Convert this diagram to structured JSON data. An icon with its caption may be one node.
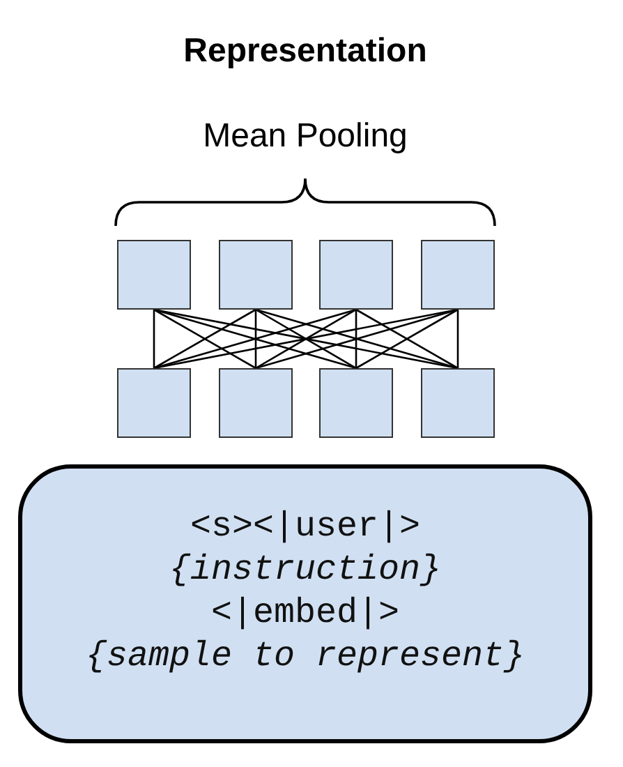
{
  "diagram": {
    "title": "Representation",
    "nodes": [
      {
        "text": [],
        "shape": "box"
      },
      {
        "text": [],
        "shape": "box"
      },
      {
        "text": [],
        "shape": "box"
      },
      {
        "text": [],
        "shape": "box"
      },
      {
        "text": [],
        "shape": "box"
      },
      {
        "text": [],
        "shape": "box"
      },
      {
        "text": [],
        "shape": "box"
      },
      {
        "text": [],
        "shape": "box"
      },
      {
        "text": [
          "<s><|user|> *{instruction}* <|embed|> *{sample to represent}*"
        ]
      }
    ],
    "edges": [
      {
        "from": 4,
        "to": 0,
        "arrow": "none"
      },
      {
        "from": 4,
        "to": 1,
        "arrow": "none"
      },
      {
        "from": 4,
        "to": 2,
        "arrow": "none"
      },
      {
        "from": 4,
        "to": 3,
        "arrow": "none"
      },
      {
        "from": 5,
        "to": 0,
        "arrow": "none"
      },
      {
        "from": 5,
        "to": 1,
        "arrow": "none"
      },
      {
        "from": 5,
        "to": 2,
        "arrow": "none"
      },
      {
        "from": 5,
        "to": 3,
        "arrow": "none"
      },
      {
        "from": 6,
        "to": 0,
        "arrow": "none"
      },
      {
        "from": 6,
        "to": 1,
        "arrow": "none"
      },
      {
        "from": 6,
        "to": 2,
        "arrow": "none"
      },
      {
        "from": 6,
        "to": 3,
        "arrow": "none"
      },
      {
        "from": 7,
        "to": 0,
        "arrow": "none"
      },
      {
        "from": 7,
        "to": 1,
        "arrow": "none"
      },
      {
        "from": 7,
        "to": 2,
        "arrow": "none"
      },
      {
        "from": 7,
        "to": 3,
        "arrow": "none"
      }
    ],
    "labels": [
      "Mean Pooling"
    ]
  }
}
